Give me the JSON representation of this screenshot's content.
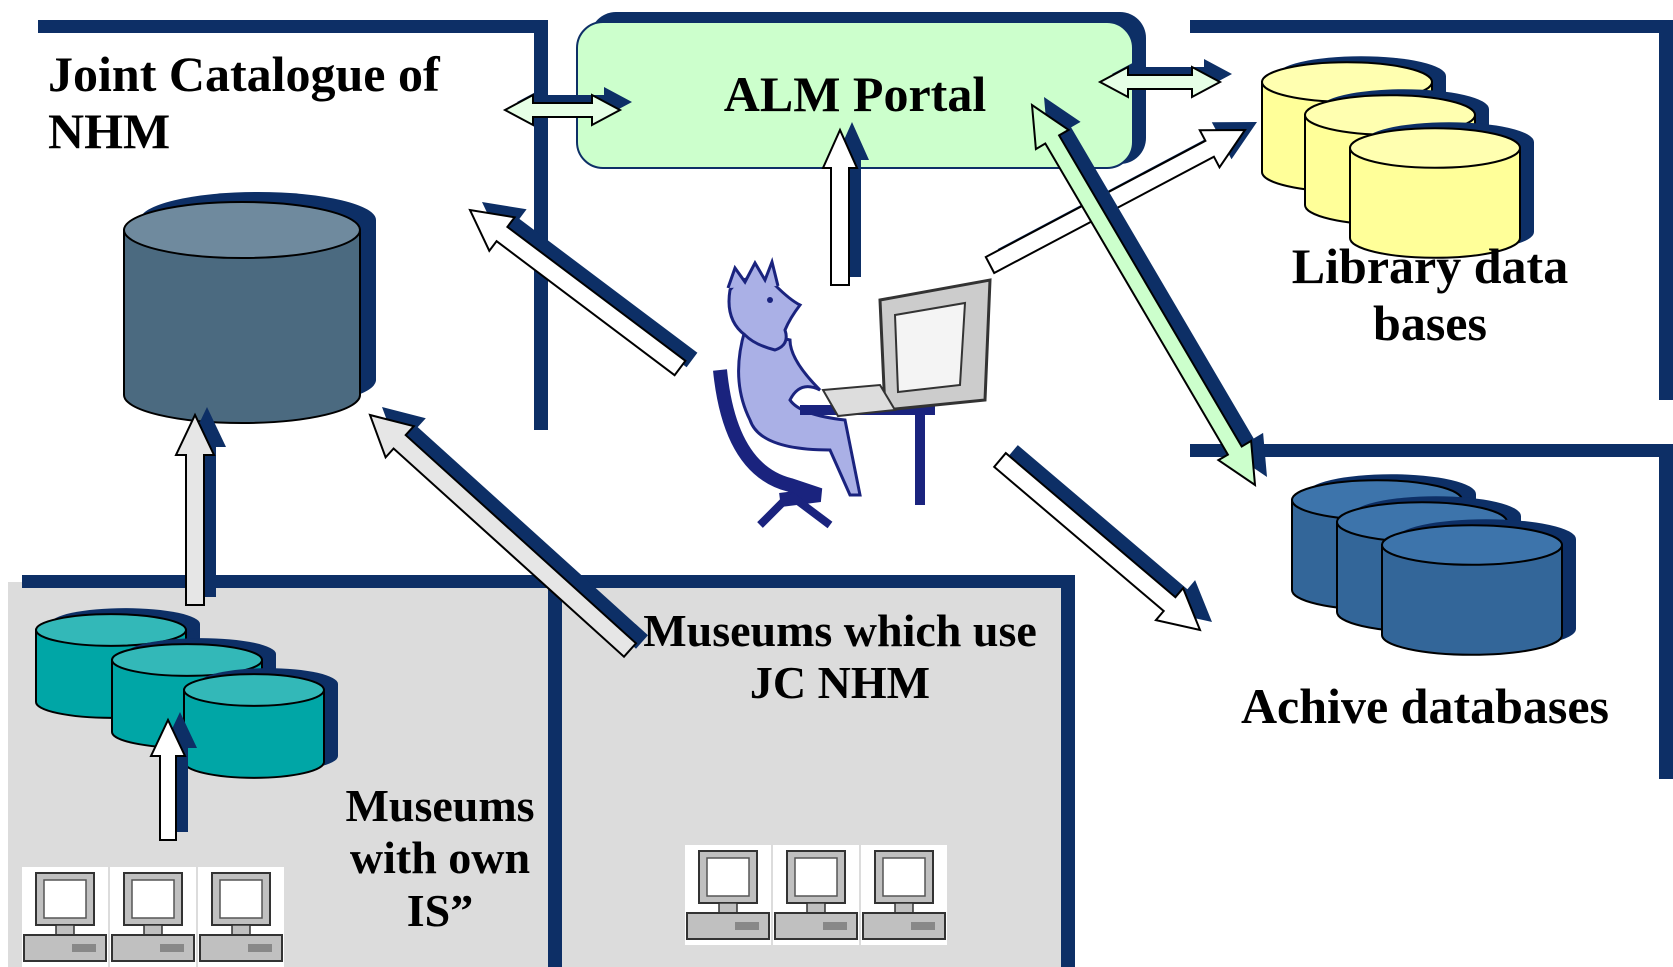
{
  "labels": {
    "joint_catalogue": "Joint Catalogue of NHM",
    "alm_portal": "ALM Portal",
    "library_databases": "Library data bases",
    "archive_databases": "Achive databases",
    "museums_use_jc": "Museums which use JC NHM",
    "museums_own_is": "Museums with own IS”"
  },
  "icons": {
    "catalogue_db": "database-cylinder-icon",
    "library_db": "database-stack-icon",
    "archive_db": "database-stack-icon",
    "museum_db": "database-stack-icon",
    "user": "user-at-computer-icon",
    "workstations": "workstation-icon"
  },
  "colors": {
    "frame_navy": "#0d2f66",
    "portal_fill": "#ccffcc",
    "panel_gray": "#dcdcdc",
    "catalogue_db": "#4b6a80",
    "library_db": "#ffff99",
    "archive_db": "#336699",
    "museum_db": "#00a6a6",
    "green_arrow": "#ccffcc"
  }
}
